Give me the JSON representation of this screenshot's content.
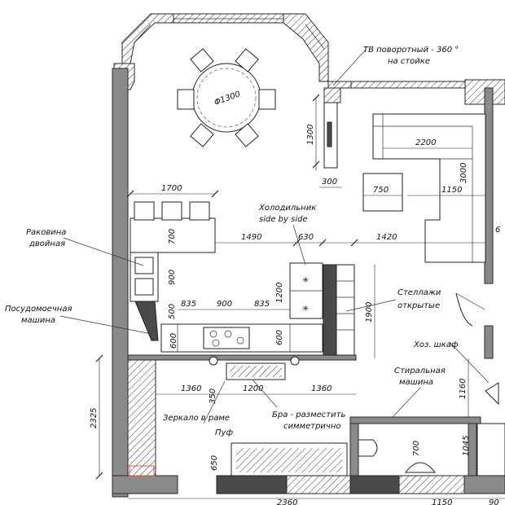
{
  "labels": {
    "tv": "ТВ поворотный - 360 °",
    "tv_line2": "на стойке",
    "fridge": "Холодильник",
    "fridge_line2": "side by side",
    "sink": "Раковина",
    "sink_line2": "двойная",
    "dishwasher": "Посудомоечная",
    "dishwasher_line2": "машина",
    "shelves": "Стеллажи",
    "shelves_line2": "открытые",
    "closet": "Хоз. шкаф",
    "washer": "Стиральная",
    "washer_line2": "машина",
    "mirror": "Зеркало в раме",
    "sconce": "Бра - разместить",
    "sconce_line2": "симметрично",
    "pouf": "Пуф"
  },
  "dimensions": {
    "table_diameter": "Φ1300",
    "d1300": "1300",
    "d300": "300",
    "d2200": "2200",
    "d3000": "3000",
    "d750": "750",
    "d1150": "1150",
    "d1700": "1700",
    "d700": "700",
    "d1490": "1490",
    "d630": "630",
    "d1420": "1420",
    "d6": "6",
    "d900v": "900",
    "d500": "500",
    "d600v": "600",
    "d835a": "835",
    "d900h": "900",
    "d835b": "835",
    "d1200v": "1200",
    "d600b": "600",
    "d1900": "1900",
    "d1360a": "1360",
    "d350": "350",
    "d1200h": "1200",
    "d1360b": "1360",
    "d1160": "1160",
    "d2325": "2325",
    "d650": "650",
    "d700b": "700",
    "d1045": "1045",
    "d2360": "2360",
    "d1150b": "1150",
    "d90": "90"
  }
}
